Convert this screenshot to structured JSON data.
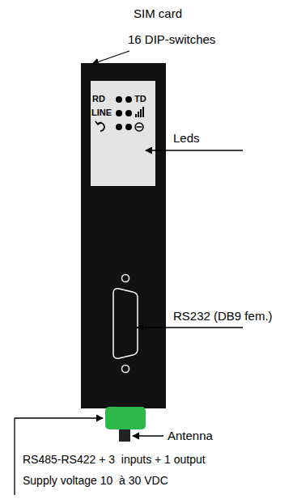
{
  "diagram": {
    "labels": [
      "SIM card",
      "16 DIP-switches",
      "RD",
      "TD",
      "LINE",
      "Leds",
      "RS232 (DB9 fem.)",
      "Antenna",
      "RS485-RS422 + 3  inputs + 1 output",
      "Supply voltage 10  à 30 VDC"
    ]
  }
}
